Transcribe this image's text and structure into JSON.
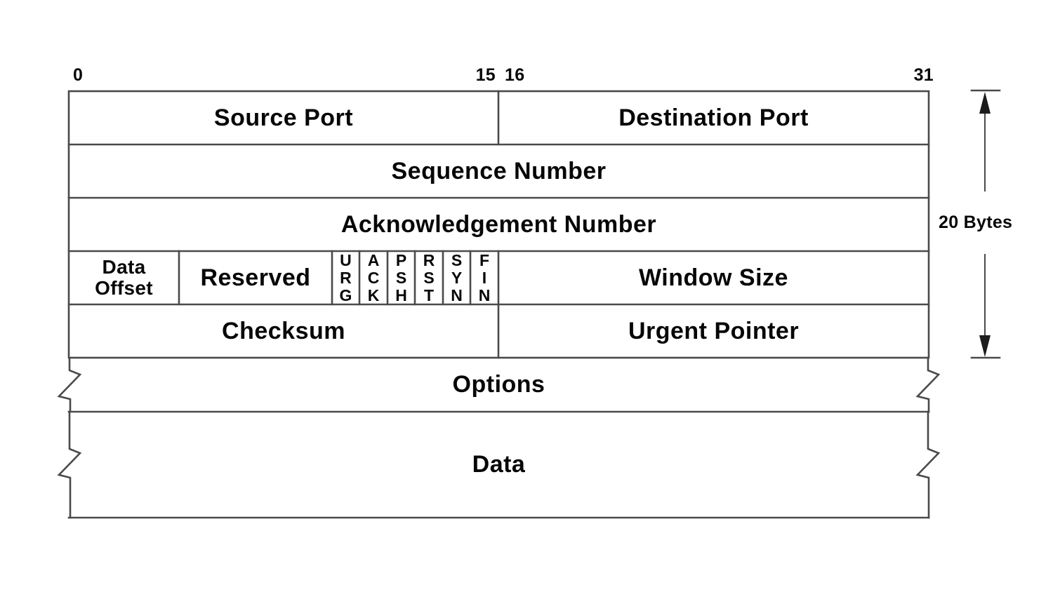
{
  "colors": {
    "line": "#4a4a4a",
    "text": "#070707",
    "background": "#ffffff"
  },
  "bit_ruler": {
    "start": "0",
    "mid_left": "15",
    "mid_right": "16",
    "end": "31"
  },
  "fields": {
    "source_port": "Source Port",
    "destination_port": "Destination Port",
    "sequence_number": "Sequence Number",
    "acknowledgement_number": "Acknowledgement Number",
    "data_offset": "Data\nOffset",
    "reserved": "Reserved",
    "flags": [
      {
        "name": "URG",
        "label": "U\nR\nG"
      },
      {
        "name": "ACK",
        "label": "A\nC\nK"
      },
      {
        "name": "PSH",
        "label": "P\nS\nH"
      },
      {
        "name": "RST",
        "label": "R\nS\nT"
      },
      {
        "name": "SYN",
        "label": "S\nY\nN"
      },
      {
        "name": "FIN",
        "label": "F\nI\nN"
      }
    ],
    "window_size": "Window Size",
    "checksum": "Checksum",
    "urgent_pointer": "Urgent Pointer",
    "options": "Options",
    "data": "Data"
  },
  "size_annotation": {
    "label": "20 Bytes"
  }
}
